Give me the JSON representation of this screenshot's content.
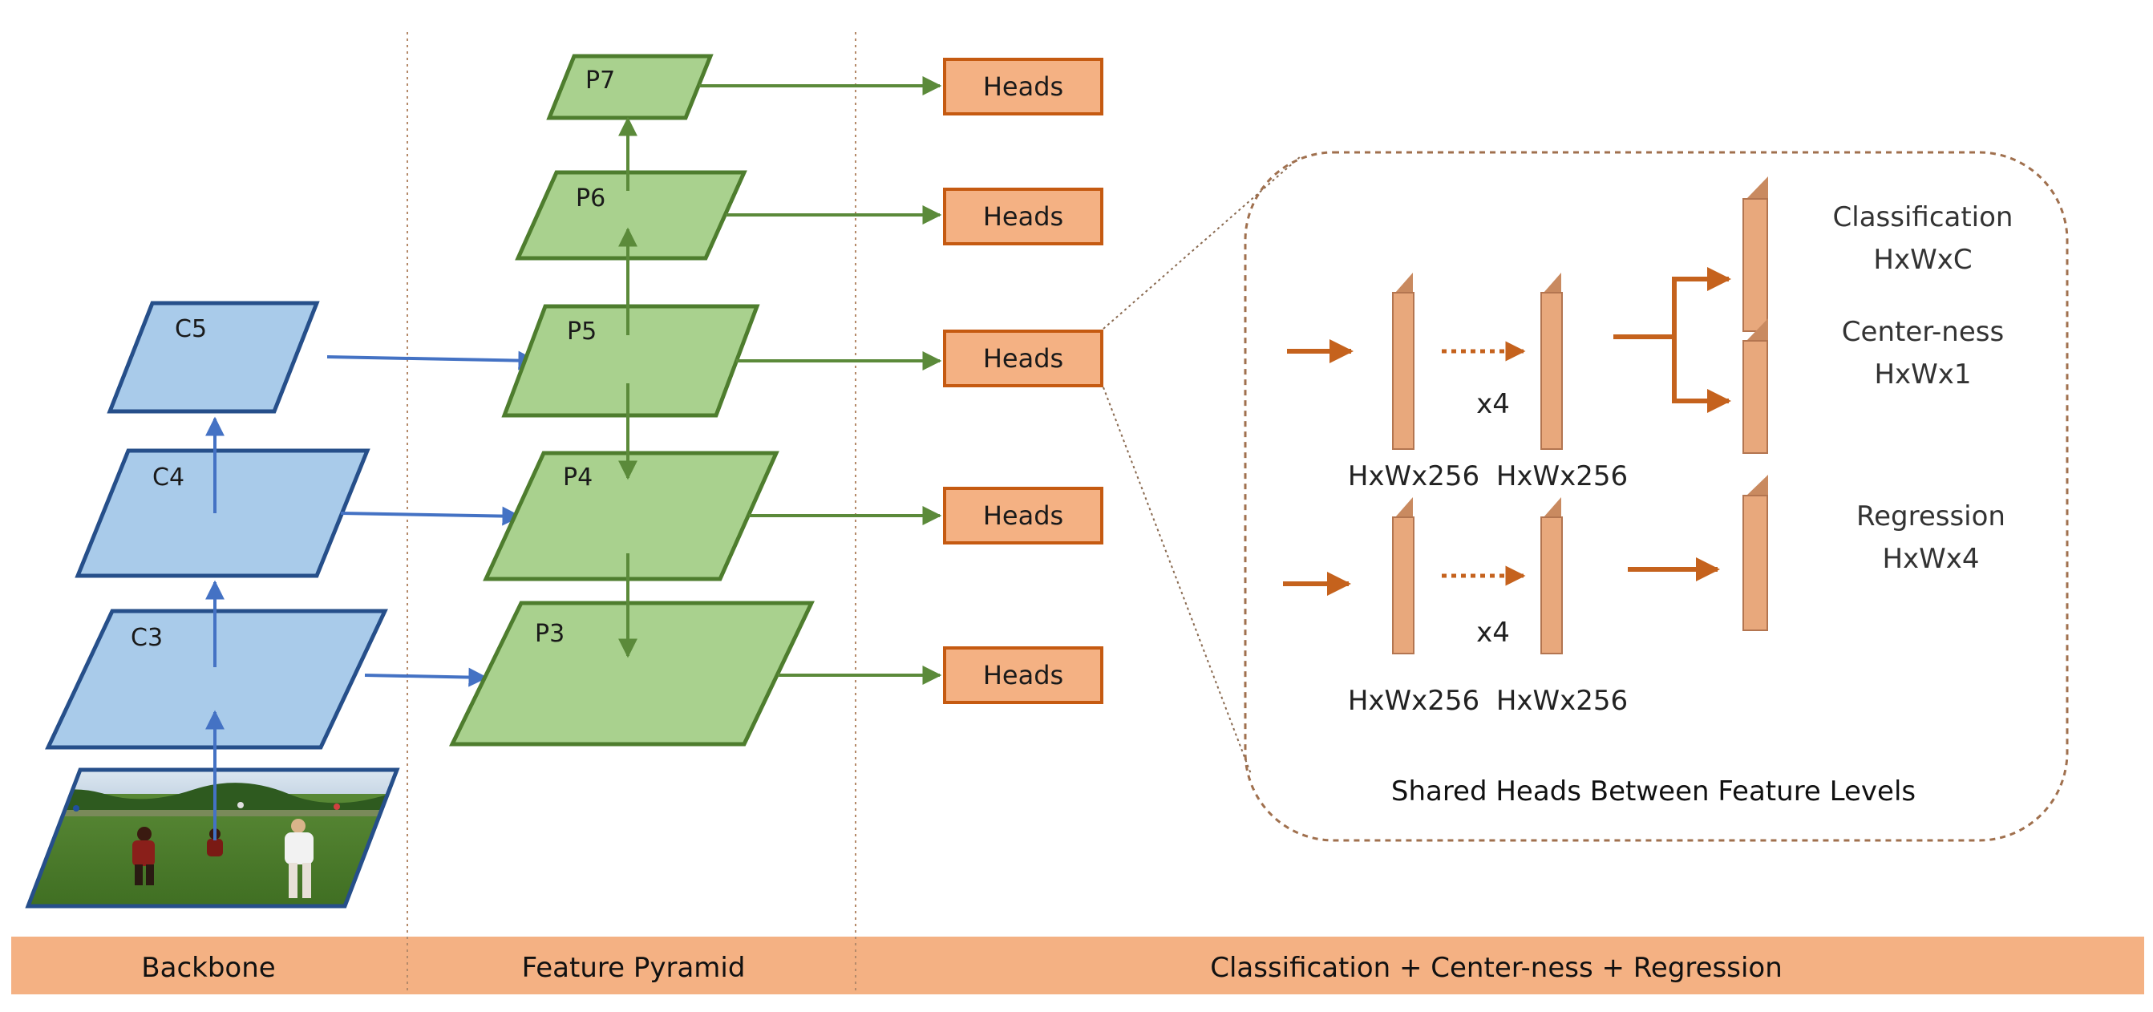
{
  "backbone": {
    "levels": [
      "C5",
      "C4",
      "C3"
    ],
    "input_image": "photo of people playing soccer on a grass field"
  },
  "pyramid": {
    "levels": [
      "P7",
      "P6",
      "P5",
      "P4",
      "P3"
    ]
  },
  "heads": {
    "label": "Heads"
  },
  "detail": {
    "branch_top_dims": [
      "HxWx256",
      "HxWx256"
    ],
    "branch_bottom_dims": [
      "HxWx256",
      "HxWx256"
    ],
    "repeat_label": "x4",
    "classification": {
      "name": "Classification",
      "shape": "HxWxC"
    },
    "centerness": {
      "name": "Center-ness",
      "shape": "HxWx1"
    },
    "regression": {
      "name": "Regression",
      "shape": "HxWx4"
    },
    "caption": "Shared Heads Between Feature Levels"
  },
  "bottom_band": {
    "backbone": "Backbone",
    "feature_pyramid": "Feature Pyramid",
    "heads": "Classification + Center-ness + Regression"
  },
  "colors": {
    "backbone_fill": "#a9cbea",
    "backbone_stroke": "#264f8a",
    "backbone_arrow": "#4472c4",
    "pyramid_fill": "#a9d18e",
    "pyramid_stroke": "#4e7d2e",
    "pyramid_arrow": "#5b8a3a",
    "heads_fill": "#f4b183",
    "heads_stroke": "#c55a11",
    "head_arrow": "#c5621d",
    "block_front": "#e8a87c",
    "block_side": "#c98a60",
    "band": "#f4b183"
  }
}
